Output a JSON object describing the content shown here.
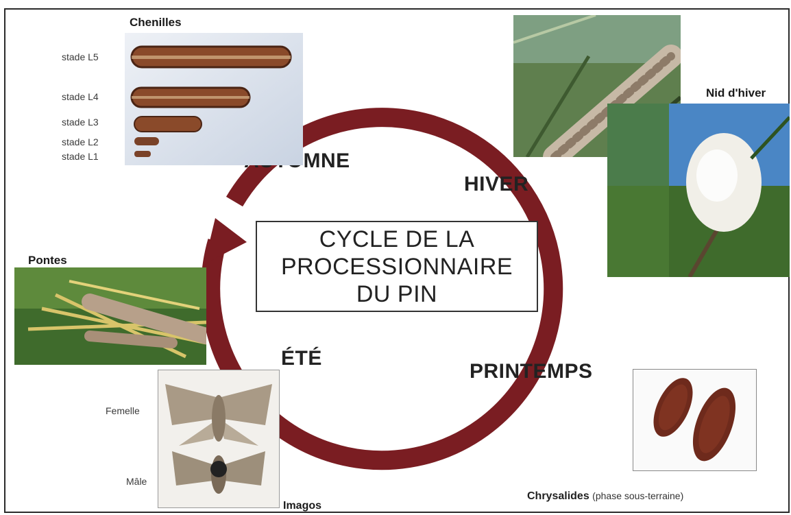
{
  "title": {
    "line1": "CYCLE DE LA",
    "line2": "PROCESSIONNAIRE",
    "line3": "DU PIN"
  },
  "seasons": {
    "autumn": "AUTOMNE",
    "winter": "HIVER",
    "spring": "PRINTEMPS",
    "summer": "ÉTÉ"
  },
  "stages": {
    "caterpillars": {
      "label": "Chenilles",
      "instars": [
        "stade L5",
        "stade L4",
        "stade L3",
        "stade L2",
        "stade L1"
      ]
    },
    "winter_nest": {
      "label": "Nid d'hiver"
    },
    "egg_clutches": {
      "label": "Pontes"
    },
    "adults": {
      "label": "Imagos",
      "female": "Femelle",
      "male": "Mâle"
    },
    "pupae": {
      "label": "Chrysalides",
      "note": "(phase sous-terraine)"
    }
  },
  "colors": {
    "cycle_arrow": "#7a1d22",
    "caterpillar": "#8a4a2a",
    "pine_green": "#3f6b2c",
    "sky_blue": "#4a86c5",
    "nest_white": "#f1efe8",
    "pupa_brown": "#6e2a1c"
  },
  "icons": [
    "cycle-arrow-icon"
  ]
}
